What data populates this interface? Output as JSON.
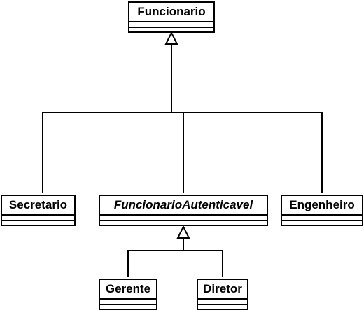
{
  "diagram": {
    "classes": {
      "funcionario": {
        "name": "Funcionario"
      },
      "secretario": {
        "name": "Secretario"
      },
      "funcionario_autenticavel": {
        "name": "FuncionarioAutenticavel",
        "abstract": true
      },
      "engenheiro": {
        "name": "Engenheiro"
      },
      "gerente": {
        "name": "Gerente"
      },
      "diretor": {
        "name": "Diretor"
      }
    },
    "relations": [
      {
        "type": "generalization",
        "parent": "Funcionario",
        "children": [
          "Secretario",
          "FuncionarioAutenticavel",
          "Engenheiro"
        ]
      },
      {
        "type": "generalization",
        "parent": "FuncionarioAutenticavel",
        "children": [
          "Gerente",
          "Diretor"
        ]
      }
    ]
  }
}
